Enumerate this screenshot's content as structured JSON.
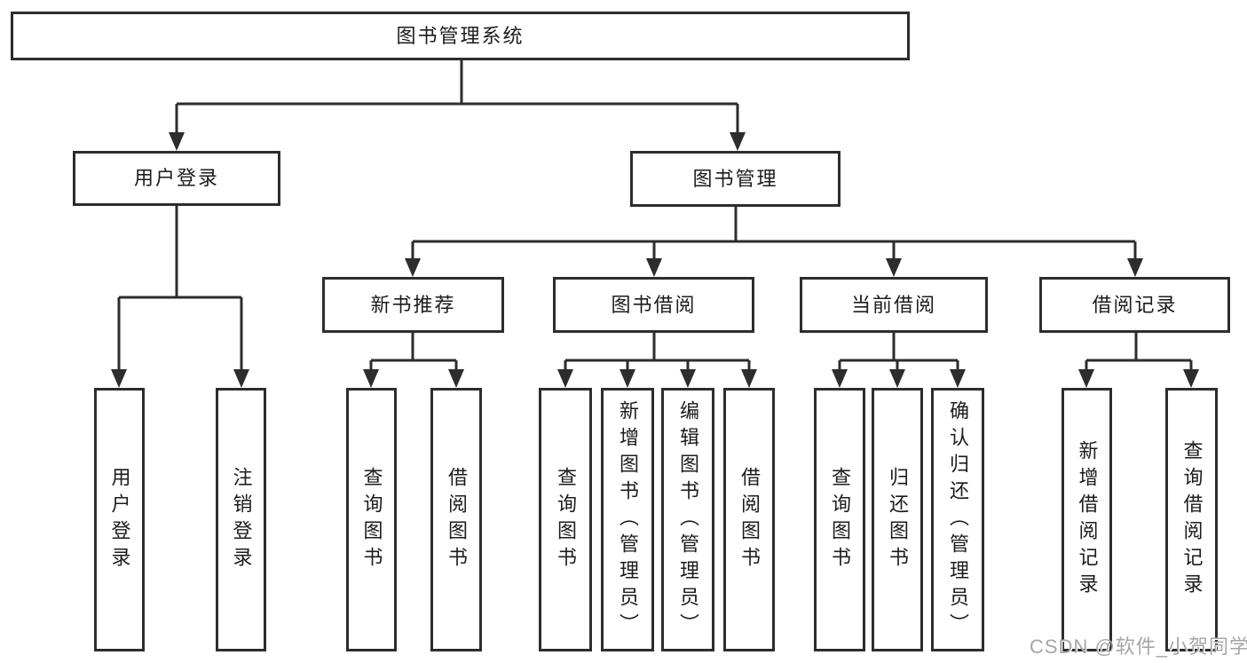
{
  "tree": {
    "label": "图书管理系统",
    "children": [
      {
        "label": "用户登录",
        "children": [
          {
            "label": "用户登录"
          },
          {
            "label": "注销登录"
          }
        ]
      },
      {
        "label": "图书管理",
        "children": [
          {
            "label": "新书推荐",
            "children": [
              {
                "label": "查询图书"
              },
              {
                "label": "借阅图书"
              }
            ]
          },
          {
            "label": "图书借阅",
            "children": [
              {
                "label": "查询图书"
              },
              {
                "label": "新增图书（管理员）"
              },
              {
                "label": "编辑图书（管理员）"
              },
              {
                "label": "借阅图书"
              }
            ]
          },
          {
            "label": "当前借阅",
            "children": [
              {
                "label": "查询图书"
              },
              {
                "label": "归还图书"
              },
              {
                "label": "确认归还（管理员）"
              }
            ]
          },
          {
            "label": "借阅记录",
            "children": [
              {
                "label": "新增借阅记录"
              },
              {
                "label": "查询借阅记录"
              }
            ]
          }
        ]
      }
    ]
  },
  "watermark": {
    "text": "CSDN @软件_小贺同学"
  },
  "colors": {
    "line": "#2d2d2d",
    "box_border": "#2d2d2d",
    "text": "#1c1c1c",
    "watermark": "#a6a6a6",
    "background": "#ffffff"
  }
}
